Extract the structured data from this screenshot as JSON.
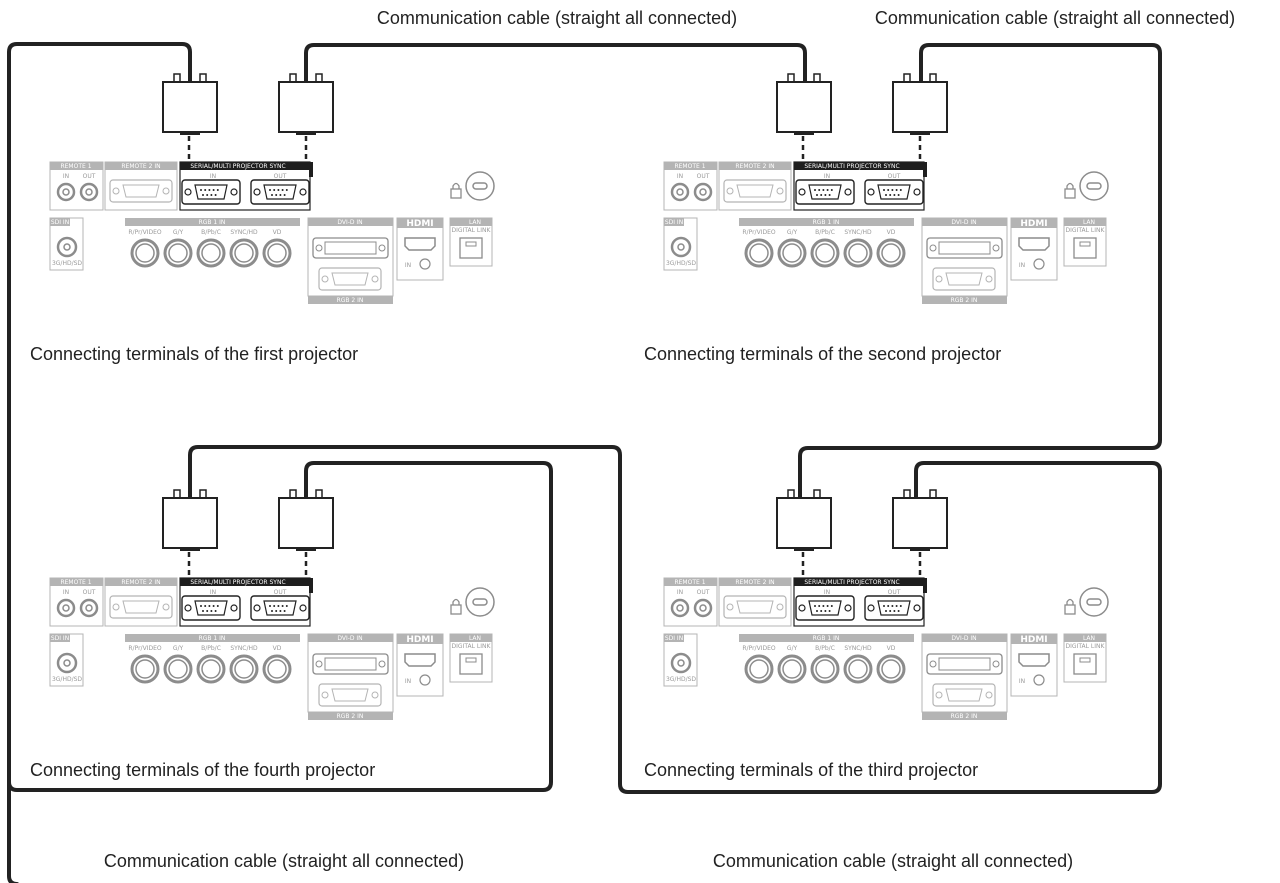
{
  "diagram": {
    "cable_labels": {
      "top_left": "Communication cable (straight all connected)",
      "top_right": "Communication cable (straight all connected)",
      "bottom_left": "Communication cable (straight all connected)",
      "bottom_right": "Communication cable (straight all connected)"
    },
    "projectors": [
      {
        "id": "first",
        "caption": "Connecting terminals of the first projector"
      },
      {
        "id": "second",
        "caption": "Connecting terminals of the second projector"
      },
      {
        "id": "fourth",
        "caption": "Connecting terminals of the fourth projector"
      },
      {
        "id": "third",
        "caption": "Connecting terminals of the third projector"
      }
    ],
    "panel_labels": {
      "remote1": "REMOTE 1",
      "remote2": "REMOTE 2 IN",
      "sync": "SERIAL/MULTI PROJECTOR SYNC",
      "in": "IN",
      "out": "OUT",
      "sdi": "SDI IN",
      "sdi_sub": "3G/HD/SD",
      "rgb1": "RGB 1 IN",
      "rgb_ports": [
        "R/Pr/VIDEO",
        "G/Y",
        "B/Pb/C",
        "SYNC/HD",
        "VD"
      ],
      "dvi": "DVI-D IN",
      "hdmi": "HDMI",
      "lan": "LAN",
      "digital_link": "DIGITAL LINK",
      "rgb2": "RGB 2 IN"
    },
    "colors": {
      "cable": "#222222",
      "panel_line": "#b4b4b4",
      "label_bar": "#b4b4b4",
      "sync_bar": "#1e1e1e"
    }
  }
}
